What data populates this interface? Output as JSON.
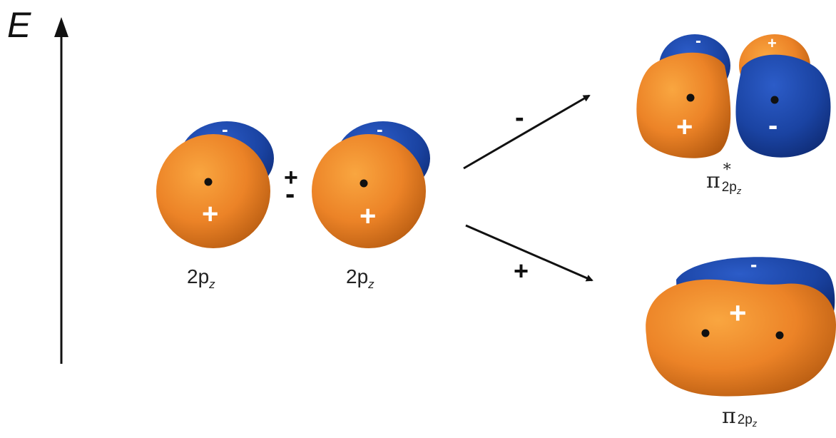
{
  "axis": {
    "label": "E"
  },
  "atomic_orbitals": [
    {
      "name": "2p",
      "subscript": "z"
    },
    {
      "name": "2p",
      "subscript": "z"
    }
  ],
  "combine_symbol": {
    "top": "+",
    "bottom": "-"
  },
  "arrows": [
    {
      "sign": "-"
    },
    {
      "sign": "+"
    }
  ],
  "molecular_orbitals": {
    "antibonding": {
      "symbol": "π",
      "superscript": "*",
      "subscript": "2p",
      "sub_subscript": "z"
    },
    "bonding": {
      "symbol": "π",
      "subscript": "2p",
      "sub_subscript": "z"
    }
  },
  "lobe_signs": {
    "positive": "+",
    "negative": "-"
  },
  "colors": {
    "positive_lobe": "#f0892a",
    "negative_lobe": "#1f47a8",
    "ink": "#111111"
  }
}
